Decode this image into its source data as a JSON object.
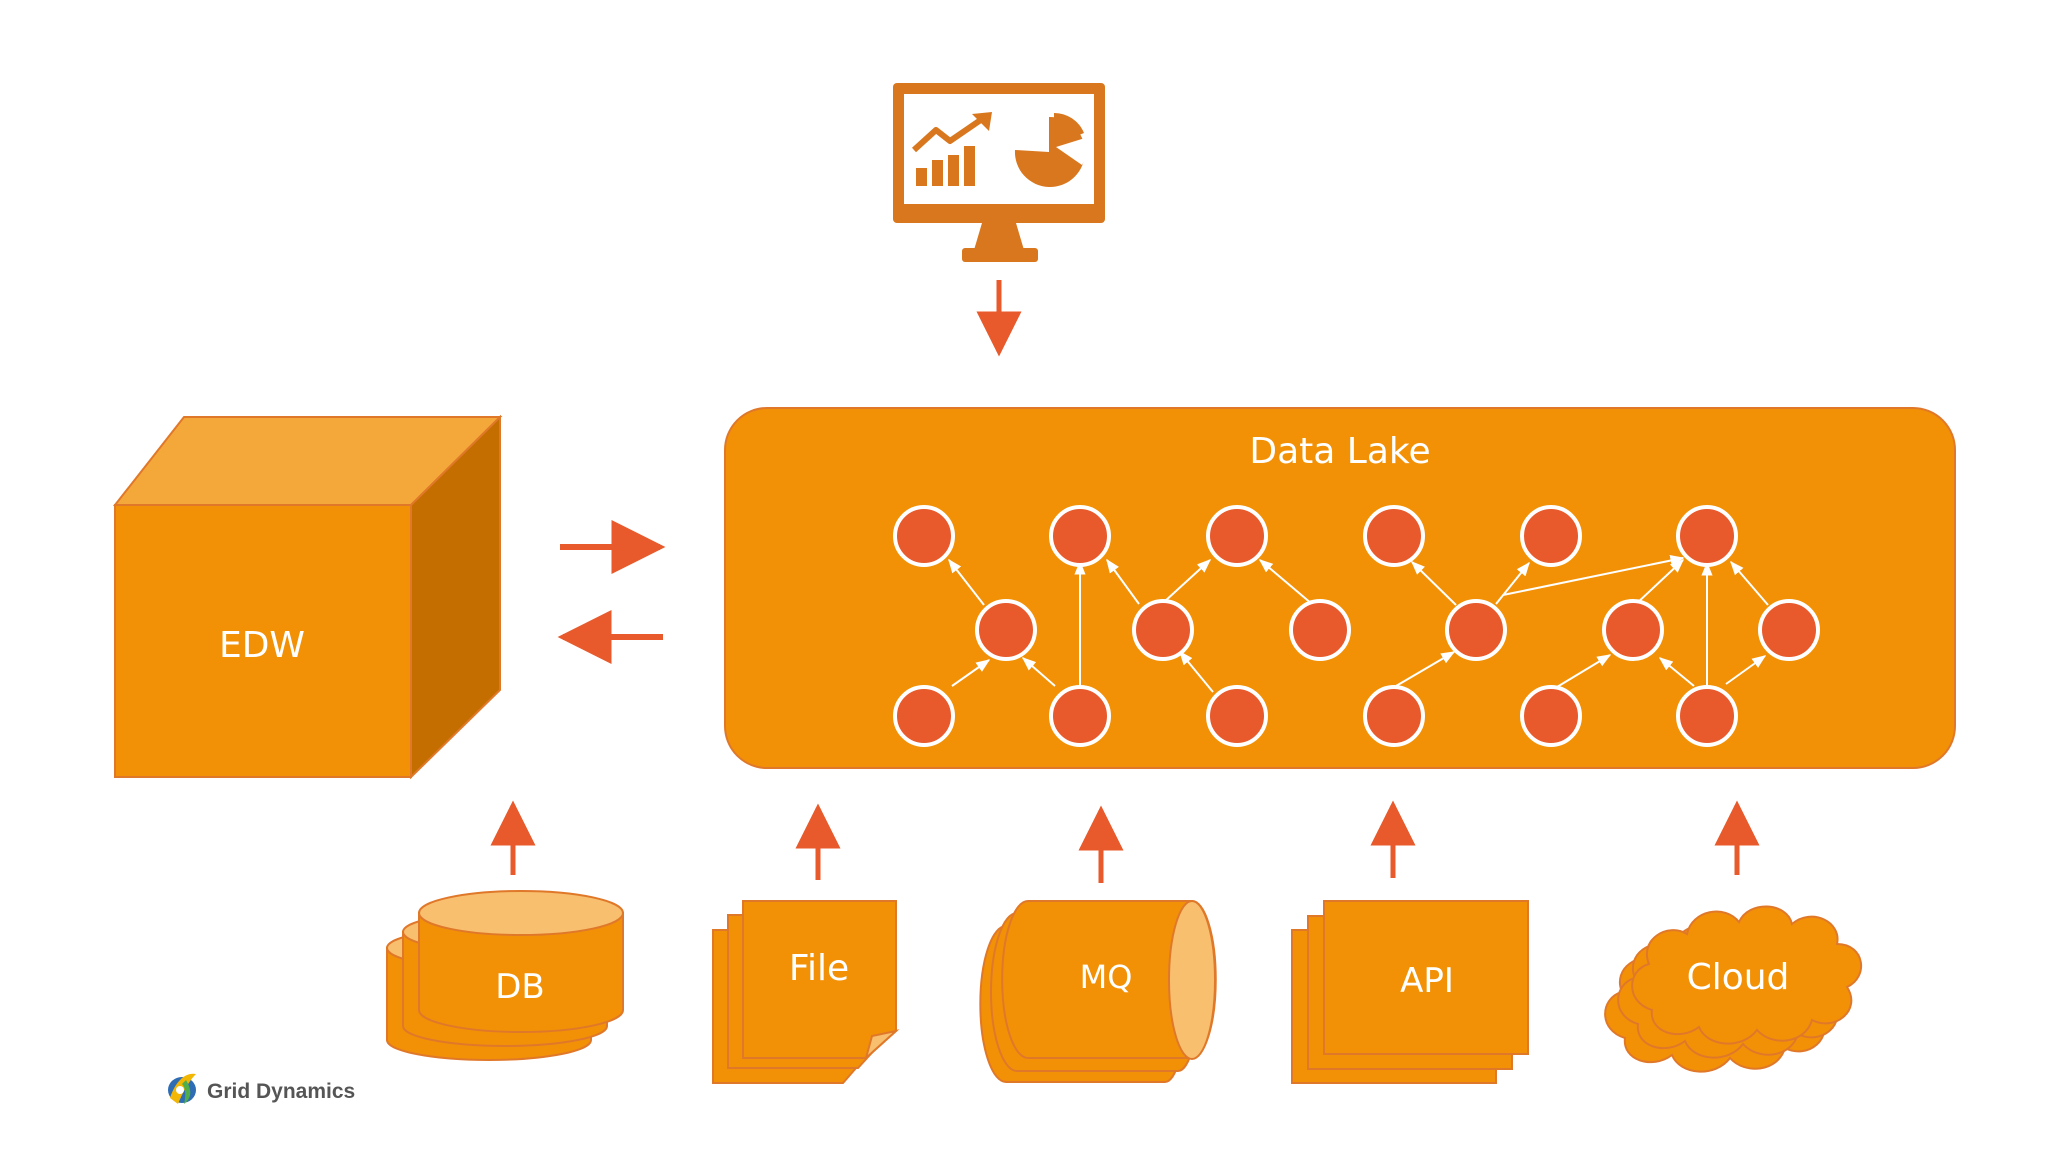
{
  "colors": {
    "orange": "#F29106",
    "orange_stroke": "#E0782A",
    "orange_light": "#F5A83A",
    "orange_dark": "#C46E00",
    "cream": "#F7BF6E",
    "node_fill": "#E8592B",
    "arrow": "#E8592B",
    "monitor": "#D9771E",
    "white": "#FFFFFF"
  },
  "labels": {
    "data_lake": "Data Lake",
    "edw": "EDW",
    "db": "DB",
    "file": "File",
    "mq": "MQ",
    "api": "API",
    "cloud": "Cloud"
  },
  "logo": {
    "text": "Grid Dynamics",
    "icon": "grid-dynamics-logo-icon"
  },
  "icons": {
    "dashboard": "monitor-chart-icon"
  },
  "flow": {
    "edw_to_data_lake": "right-arrow",
    "data_lake_to_edw": "left-arrow",
    "dashboard_to_data_lake": "down-arrow",
    "sources_to_targets": "up-arrows"
  }
}
